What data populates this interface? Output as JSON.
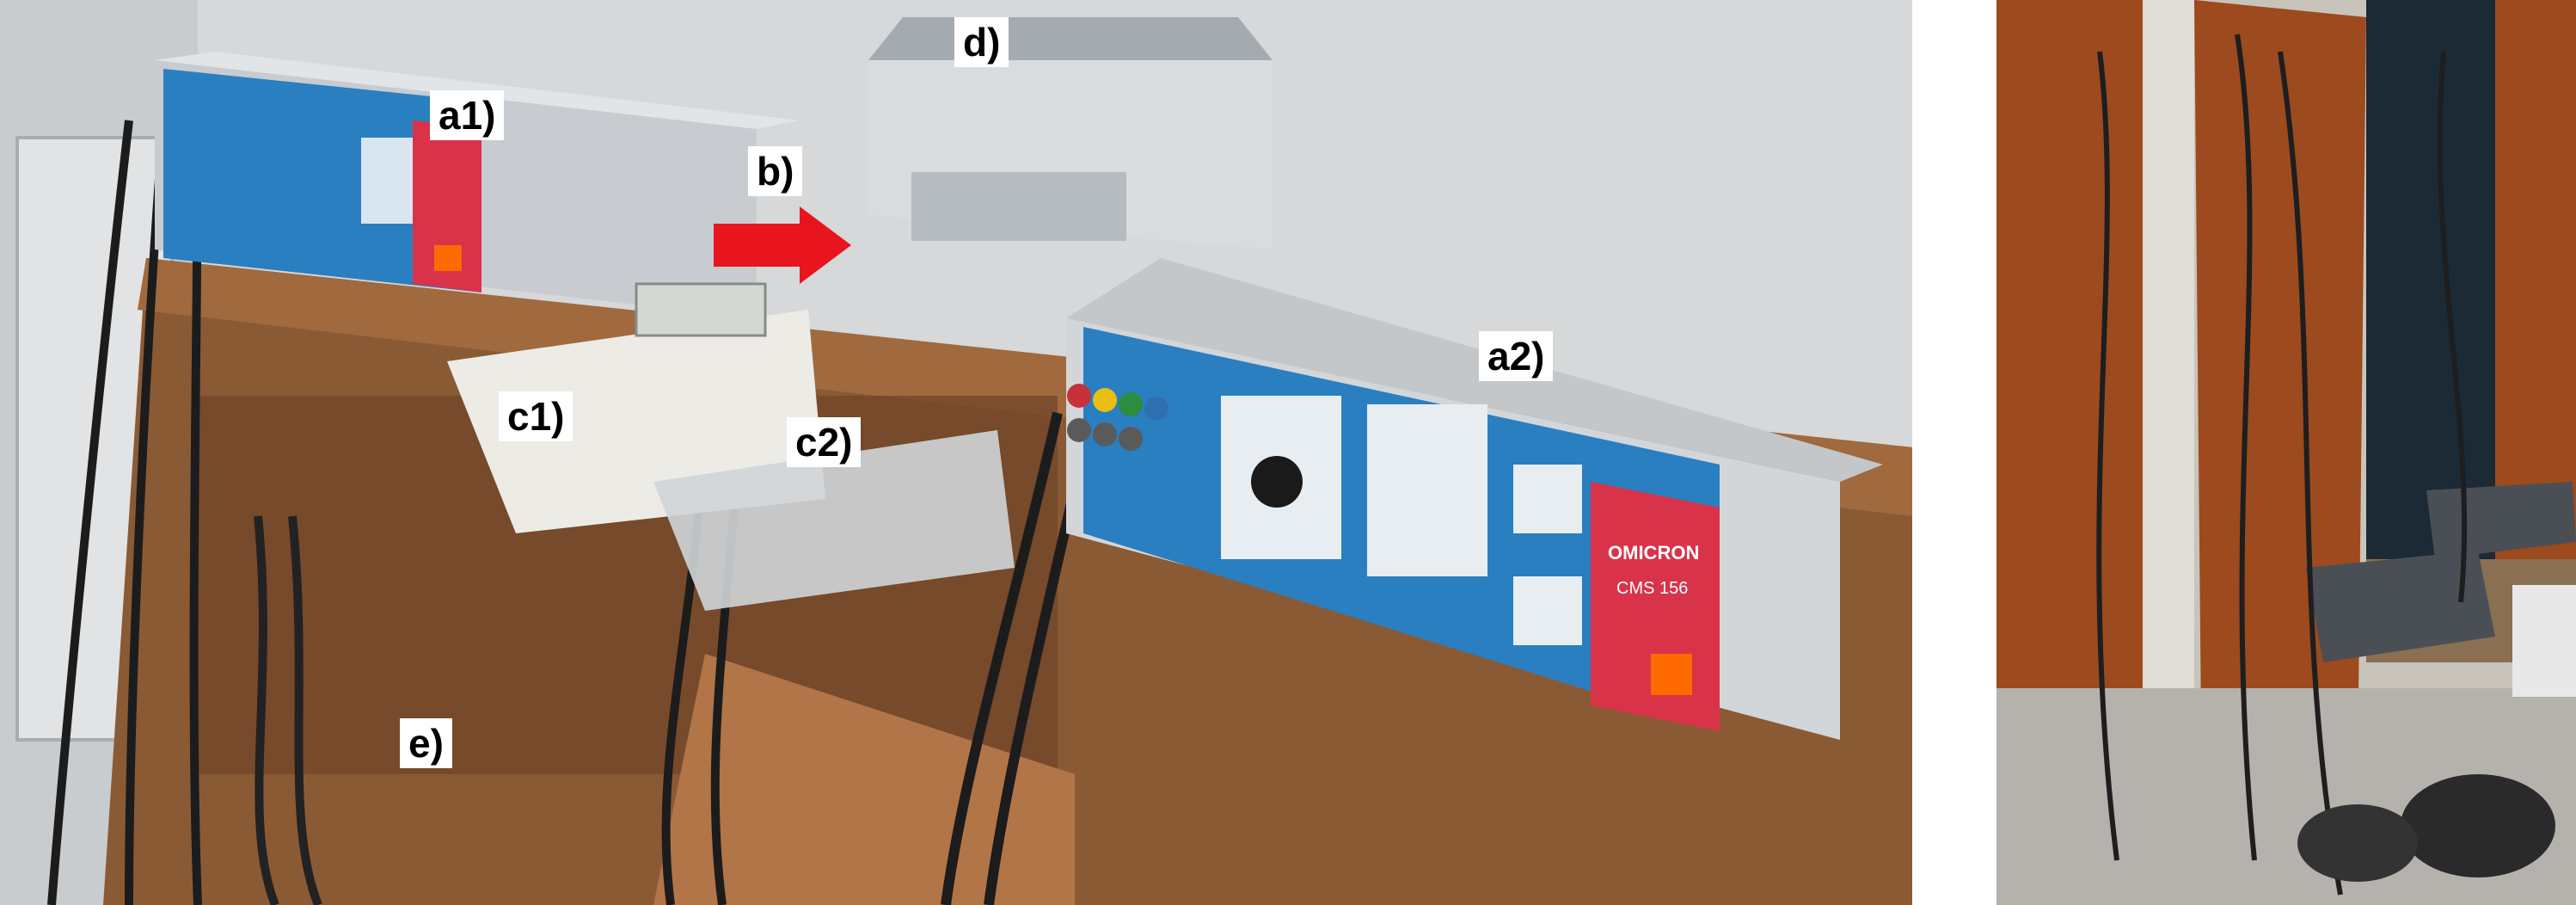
{
  "labels": {
    "a1": "a1)",
    "a2": "a2)",
    "b": "b)",
    "c1": "c1)",
    "c2": "c2)",
    "d": "d)",
    "e": "e)"
  },
  "device_text": {
    "brand": "OMICRON",
    "model": "CMS 156"
  },
  "colors": {
    "panel_blue": "#2a7fc1",
    "panel_red": "#d9334a",
    "arrow_red": "#e8141e",
    "wood": "#8a5a35",
    "rack_panel": "#9c4a1e"
  }
}
